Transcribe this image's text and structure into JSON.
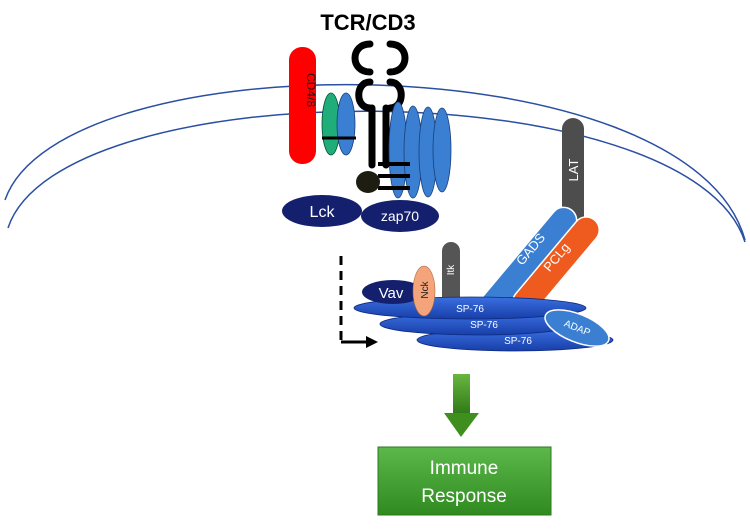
{
  "title": "TCR/CD3",
  "labels": {
    "cd48": "CD4/8",
    "lck": "Lck",
    "zap70": "zap70",
    "lat": "LAT",
    "gads": "GADS",
    "pclg": "PCLg",
    "itk": "Itk",
    "nck": "Nck",
    "vav": "Vav",
    "sp76_1": "SP-76",
    "sp76_2": "SP-76",
    "sp76_3": "SP-76",
    "adap": "ADAP"
  },
  "outcome": {
    "line1": "Immune",
    "line2": "Response"
  },
  "colors": {
    "cd48": "#ff0000",
    "green_domain": "#1fae7a",
    "blue_domain": "#3a7fd1",
    "navy": "#14206e",
    "lat": "#4d4d4d",
    "gads": "#3a7fd1",
    "pclg": "#ef5a1e",
    "nck": "#f4a47a",
    "sp76": "#1f4fbf",
    "arrow_green": "#3f8f1f",
    "box_green": "#3a9a2a",
    "membrane": "#2a4fa3"
  }
}
